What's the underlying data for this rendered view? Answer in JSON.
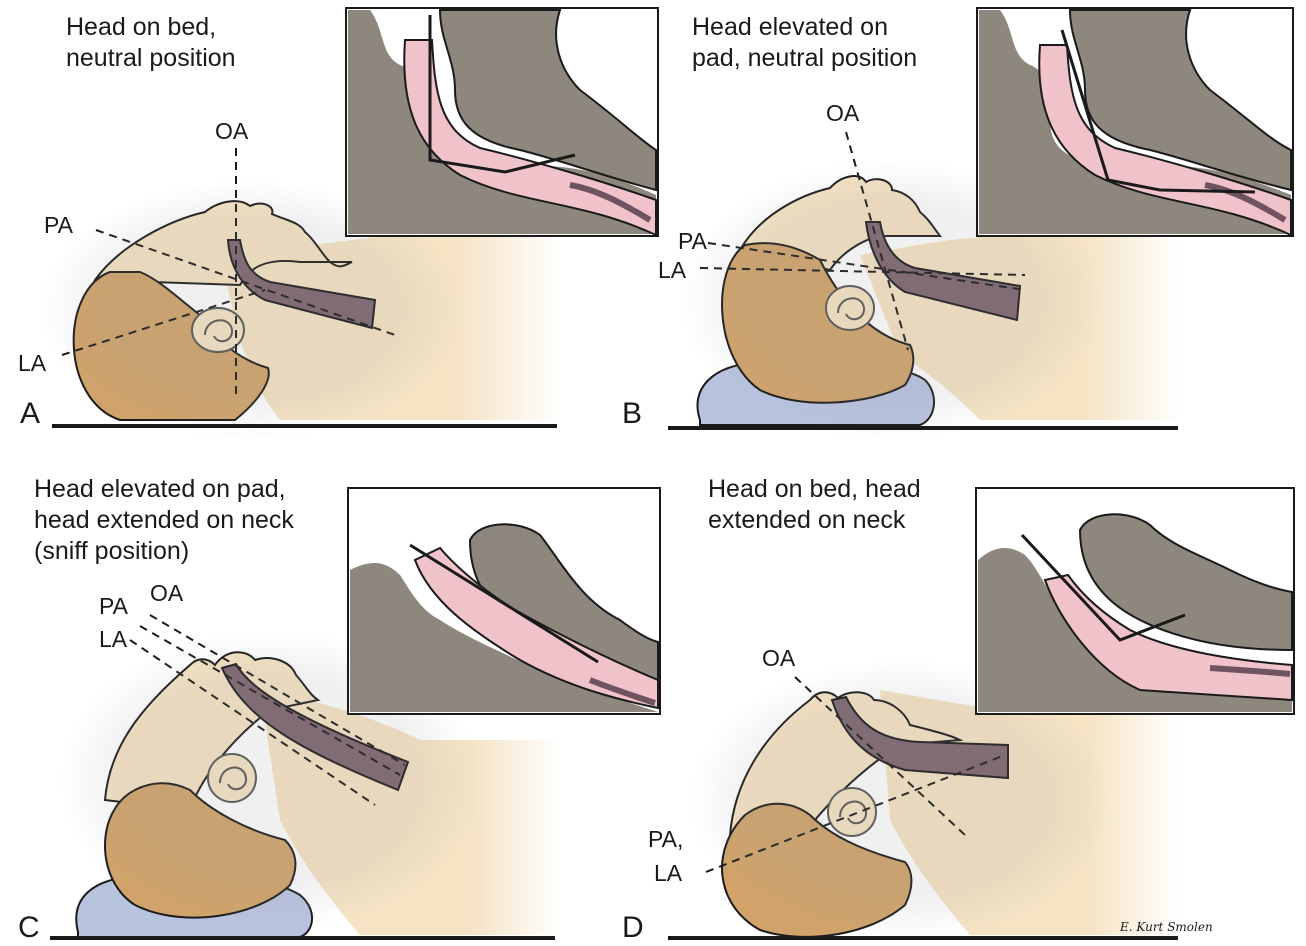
{
  "colors": {
    "skin": "#f5e3c4",
    "hair": "#d1a36a",
    "inset_tissue": "#8d877d",
    "airway_pink": "#f0c3ca",
    "airway_dark": "#6f5360",
    "pad": "#b8c3e0",
    "line": "#1a1a1a"
  },
  "panels": [
    {
      "letter": "A",
      "caption": [
        "Head on bed,",
        "neutral position"
      ],
      "axis_labels": [
        "OA",
        "PA",
        "LA"
      ]
    },
    {
      "letter": "B",
      "caption": [
        "Head elevated on",
        "pad, neutral position"
      ],
      "axis_labels": [
        "OA",
        "PA",
        "LA"
      ]
    },
    {
      "letter": "C",
      "caption": [
        "Head elevated on pad,",
        "head extended on neck",
        "(sniff position)"
      ],
      "axis_labels": [
        "PA",
        "OA",
        "LA"
      ]
    },
    {
      "letter": "D",
      "caption": [
        "Head on bed, head",
        "extended on neck"
      ],
      "axis_labels": [
        "OA",
        "PA,",
        "LA"
      ]
    }
  ],
  "signature": "E. Kurt Smolen"
}
